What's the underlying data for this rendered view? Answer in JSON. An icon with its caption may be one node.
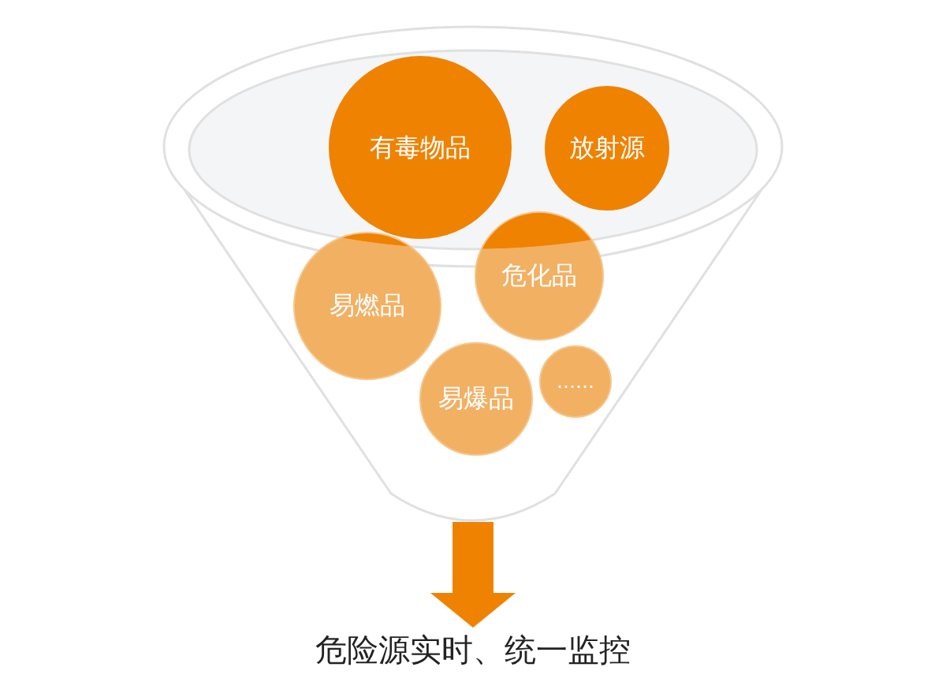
{
  "diagram": {
    "nodes": [
      {
        "text": [],
        "shape": "funnel"
      },
      {
        "text": [
          "有毒物品"
        ],
        "in": 0
      },
      {
        "text": [
          "放射源"
        ],
        "in": 0
      },
      {
        "text": [
          "易燃品"
        ],
        "in": 0
      },
      {
        "text": [
          "危化品"
        ],
        "in": 0
      },
      {
        "text": [
          "易爆品"
        ],
        "in": 0
      },
      {
        "text": [
          "……"
        ],
        "in": 0
      },
      {
        "text": [
          "危险源实时、统一监控"
        ]
      }
    ],
    "edges": [
      {
        "from": 0,
        "to": 7,
        "arrow": "to"
      }
    ]
  }
}
